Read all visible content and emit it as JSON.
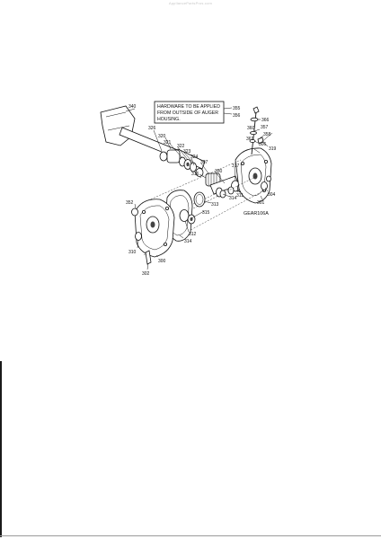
{
  "watermark": "AppliancePartsPros.com",
  "note": {
    "lines": [
      "HARDWARE TO BE APPLIED",
      "FROM OUTSIDE OF AUGER",
      "HOUSING."
    ]
  },
  "drawing_code": "GEAR106A",
  "callouts": {
    "c340": "340",
    "c326": "326",
    "c320": "320",
    "c321": "321",
    "c322": "322",
    "c323": "323",
    "c324": "324",
    "c327": "327",
    "c316": "316",
    "c330": "330",
    "c317": "317",
    "c311": "311",
    "c313": "313",
    "c315": "315",
    "c312": "312",
    "c314": "314",
    "c301": "301",
    "c304": "304",
    "c352": "352",
    "c310": "310",
    "c300": "300",
    "c302": "302",
    "c355": "355",
    "c356": "356",
    "c366": "366",
    "c360": "360",
    "c357": "357",
    "c358": "358",
    "c361": "361",
    "c306": "306",
    "c319": "319"
  }
}
